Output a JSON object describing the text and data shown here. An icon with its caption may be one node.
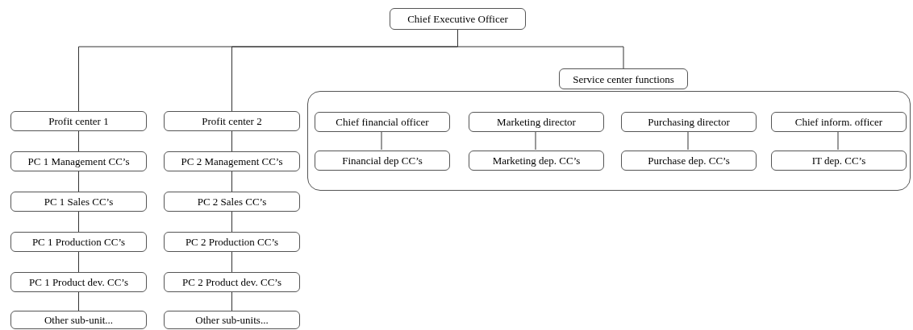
{
  "diagram": {
    "nodes": [
      {
        "text": [
          "Chief Executive Officer"
        ]
      },
      {
        "text": [
          "Profit center 1"
        ]
      },
      {
        "text": [
          "PC 1 Management CC’s"
        ]
      },
      {
        "text": [
          "PC 1 Sales CC’s"
        ]
      },
      {
        "text": [
          "PC 1 Production CC’s"
        ]
      },
      {
        "text": [
          "PC 1 Product dev. CC’s"
        ]
      },
      {
        "text": [
          "Other sub-unit..."
        ]
      },
      {
        "text": [
          "Profit center 2"
        ]
      },
      {
        "text": [
          "PC 2 Management CC’s"
        ]
      },
      {
        "text": [
          "PC 2 Sales CC’s"
        ]
      },
      {
        "text": [
          "PC 2 Production CC’s"
        ]
      },
      {
        "text": [
          "PC 2 Product dev. CC’s"
        ]
      },
      {
        "text": [
          "Other sub-units..."
        ]
      },
      {
        "text": [
          "Service center functions"
        ]
      },
      {
        "text": [],
        "shape": "box"
      },
      {
        "text": [
          "Chief financial officer"
        ],
        "in": 14
      },
      {
        "text": [
          "Financial dep CC’s"
        ],
        "in": 14
      },
      {
        "text": [
          "Marketing director"
        ],
        "in": 14
      },
      {
        "text": [
          "Marketing dep. CC’s"
        ],
        "in": 14
      },
      {
        "text": [
          "Purchasing director"
        ],
        "in": 14
      },
      {
        "text": [
          "Purchase dep. CC’s"
        ],
        "in": 14
      },
      {
        "text": [
          "Chief inform. officer"
        ],
        "in": 14
      },
      {
        "text": [
          "IT dep. CC’s"
        ],
        "in": 14
      }
    ],
    "edges": [
      {
        "from": 0,
        "to": 1,
        "arrow": "none"
      },
      {
        "from": 0,
        "to": 7,
        "arrow": "none"
      },
      {
        "from": 0,
        "to": 13,
        "arrow": "none"
      },
      {
        "from": 1,
        "to": 2,
        "arrow": "none"
      },
      {
        "from": 2,
        "to": 3,
        "arrow": "none"
      },
      {
        "from": 3,
        "to": 4,
        "arrow": "none"
      },
      {
        "from": 4,
        "to": 5,
        "arrow": "none"
      },
      {
        "from": 5,
        "to": 6,
        "arrow": "none"
      },
      {
        "from": 7,
        "to": 8,
        "arrow": "none"
      },
      {
        "from": 8,
        "to": 9,
        "arrow": "none"
      },
      {
        "from": 9,
        "to": 10,
        "arrow": "none"
      },
      {
        "from": 10,
        "to": 11,
        "arrow": "none"
      },
      {
        "from": 11,
        "to": 12,
        "arrow": "none"
      },
      {
        "from": 15,
        "to": 16,
        "arrow": "none"
      },
      {
        "from": 17,
        "to": 18,
        "arrow": "none"
      },
      {
        "from": 19,
        "to": 20,
        "arrow": "none"
      },
      {
        "from": 21,
        "to": 22,
        "arrow": "none"
      }
    ]
  }
}
